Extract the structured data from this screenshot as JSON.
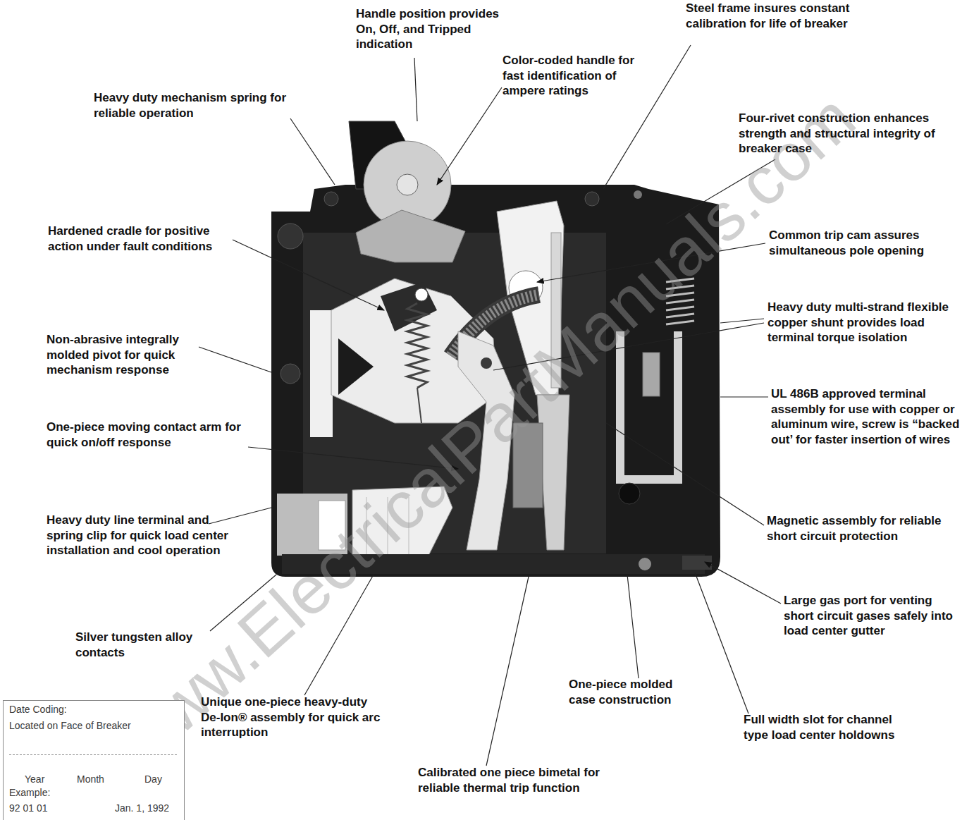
{
  "diagram": {
    "nodes": [
      {
        "text": [
          "Date Coding:",
          "Located on Face of Breaker",
          "Year",
          "Month",
          "Day",
          "Example:",
          "92 01 01",
          "Jan. 1, 1992"
        ]
      }
    ],
    "labels": [
      "Steel frame insures constant calibration for life of breaker",
      "Handle position provides On, Off, and Tripped indication",
      "Color-coded handle for fast identification of ampere ratings",
      "Heavy duty mechanism spring for reliable operation",
      "Four-rivet construction enhances strength and structural integrity of breaker case",
      "Hardened cradle for positive action under fault conditions",
      "Common trip cam assures simultaneous pole opening",
      "Heavy duty multi-strand flexible copper shunt provides load terminal torque isolation",
      "Non-abrasive integrally molded pivot for quick mechanism response",
      "UL 486B approved terminal assembly for use with copper or aluminum wire, screw is “backed out’ for faster insertion of wires",
      "One-piece moving contact arm for quick on/off response",
      "Heavy duty line terminal and spring clip for quick load center installation and cool operation",
      "Magnetic assembly for reliable short circuit protection",
      "Large gas port for venting short circuit gases safely into load center gutter",
      "Silver tungsten alloy contacts",
      "One-piece molded case construction",
      "Unique one-piece heavy-duty De-Ion® assembly for quick arc interruption",
      "Full width slot for channel type load center holdowns",
      "Calibrated one piece bimetal for reliable thermal trip function",
      "www.ElectricalPartManuals.com"
    ]
  }
}
